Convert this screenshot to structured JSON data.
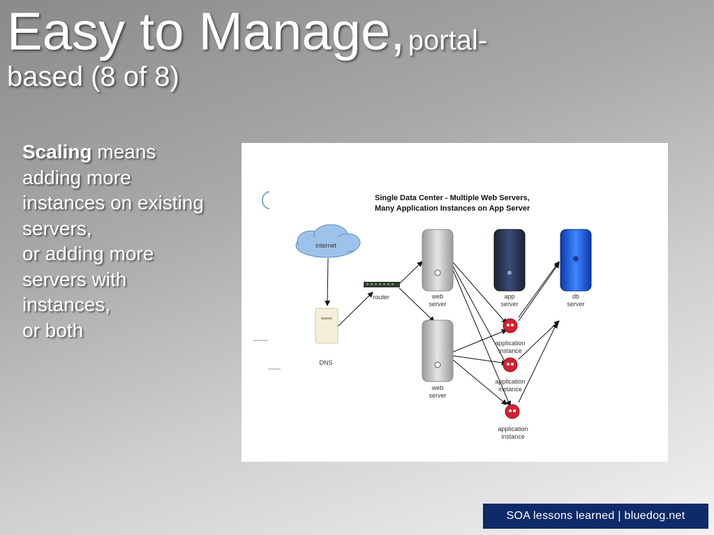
{
  "slide": {
    "title_main": "Easy to Manage,",
    "title_tail": "portal-",
    "title_line2": "based (8 of 8)",
    "body": {
      "bold": "Scaling",
      "rest_1": " means",
      "line_2": "adding more",
      "line_3": "instances on existing",
      "line_4": "servers,",
      "line_5": "or adding more",
      "line_6": "servers with",
      "line_7": "instances,",
      "line_8": "or both"
    },
    "footer": "SOA lessons learned | bluedog.net"
  },
  "diagram": {
    "title_line1": "Single Data Center - Multiple Web Servers,",
    "title_line2": "Many Application Instances on App Server",
    "nodes": {
      "internet": "internet",
      "router": "router",
      "dns": "DNS",
      "web1_a": "web",
      "web1_b": "server",
      "web2_a": "web",
      "web2_b": "server",
      "app_a": "app",
      "app_b": "server",
      "db_a": "db",
      "db_b": "server",
      "inst1_a": "application",
      "inst1_b": "instance",
      "inst2_a": "application",
      "inst2_b": "instance",
      "inst3_a": "application",
      "inst3_b": "instance"
    },
    "colors": {
      "cloud": "#9ec3ea",
      "web_server": "#c8c8c8",
      "app_server": "#2a3a5e",
      "db_server": "#1f5fd6",
      "instance": "#d42030",
      "footer_bg": "#0e2a68"
    }
  }
}
